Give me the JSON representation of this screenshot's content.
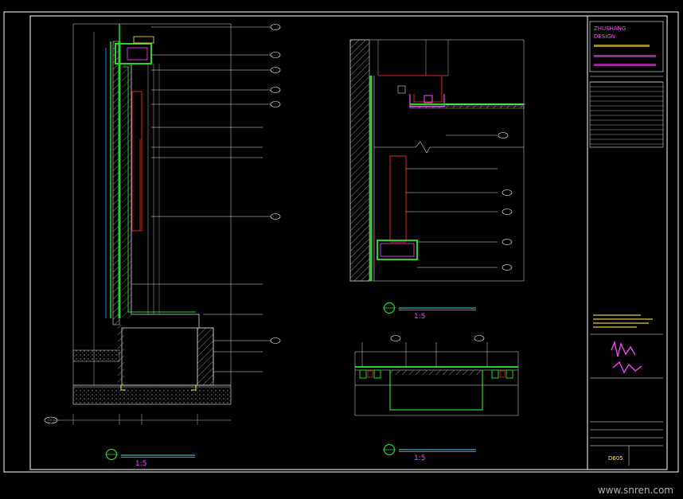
{
  "watermark": "www.snren.com",
  "title_block": {
    "company": "ZHUSHANG",
    "company_sub": "DESIGN",
    "sheet_no": "D605"
  },
  "details": {
    "left_title": "",
    "mid_top_title": "",
    "mid_bottom_title": "",
    "scale": "1:5"
  },
  "colors": {
    "frame": "#ffffff",
    "wall_fill": "#c8c8c8",
    "green_line": "#28d228",
    "red_line": "#e02020",
    "magenta_text": "#ff44ff",
    "yellow_text": "#ffe44a",
    "cyan_bubble": "#44e0ff"
  }
}
